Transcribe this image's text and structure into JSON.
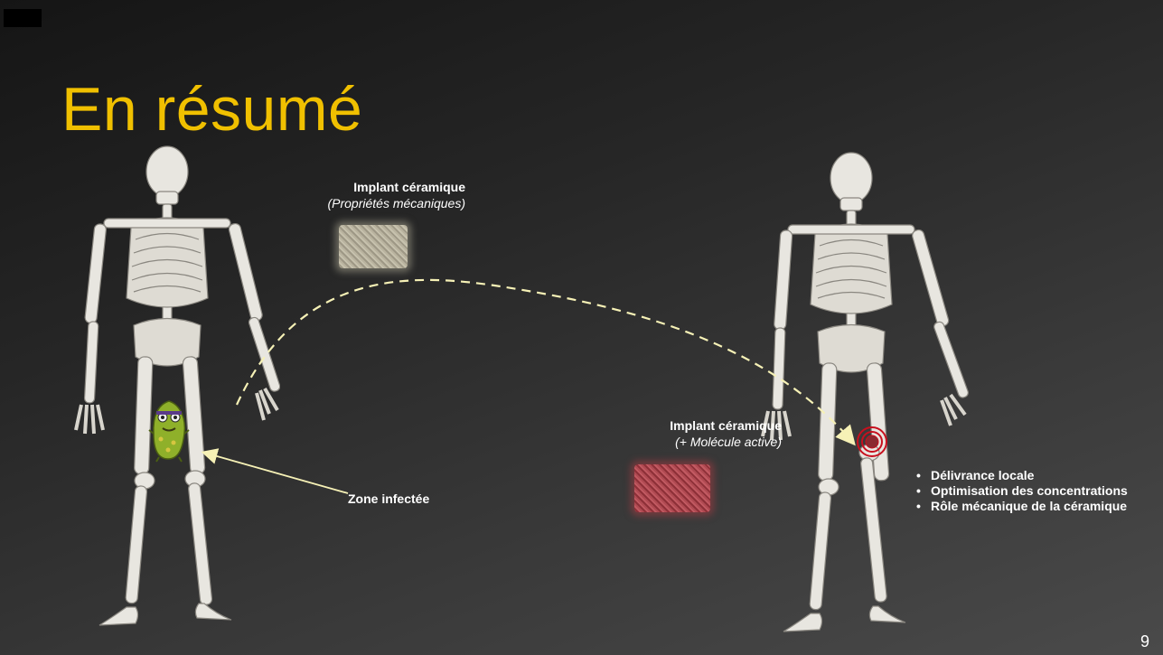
{
  "slide": {
    "title": "En résumé",
    "page_number": "9",
    "title_color": "#f0c000"
  },
  "implant_top": {
    "title": "Implant céramique",
    "subtitle": "(Propriétés mécaniques)"
  },
  "implant_bottom": {
    "title": "Implant céramique",
    "subtitle": "(+ Molécule active)"
  },
  "zone_label": "Zone infectée",
  "bullets": [
    "Délivrance locale",
    "Optimisation des concentrations",
    "Rôle mécanique de la céramique"
  ],
  "icons": [
    "skeleton-icon",
    "microbe-icon",
    "target-icon",
    "implant-block-icon"
  ]
}
